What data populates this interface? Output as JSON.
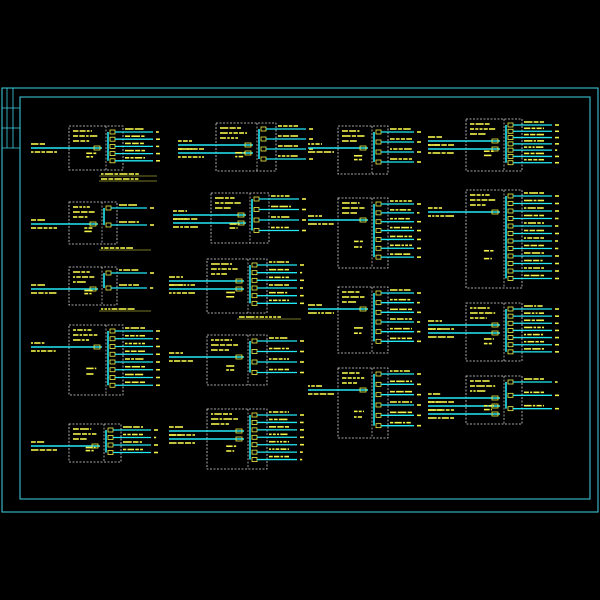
{
  "colors": {
    "background": "#000000",
    "frame": "#3FD3E6",
    "box": "#D9D9D9",
    "bus": "#22E8F5",
    "text": "#F2F24A"
  },
  "panels": [
    {
      "id": "p1",
      "outgoing": 5,
      "feeder_count": 1,
      "notes": 2,
      "big": false
    },
    {
      "id": "p2",
      "outgoing": 2,
      "feeder_count": 1,
      "notes": 1,
      "big": false
    },
    {
      "id": "p3",
      "outgoing": 2,
      "feeder_count": 1,
      "notes": 1,
      "big": false
    },
    {
      "id": "p4",
      "outgoing": 8,
      "feeder_count": 1,
      "notes": 0,
      "big": false
    },
    {
      "id": "p5",
      "outgoing": 4,
      "feeder_count": 1,
      "notes": 0,
      "big": false
    },
    {
      "id": "p6",
      "outgoing": 4,
      "feeder_count": 2,
      "notes": 0,
      "big": false
    },
    {
      "id": "p7",
      "outgoing": 4,
      "feeder_count": 2,
      "notes": 0,
      "big": false
    },
    {
      "id": "p8",
      "outgoing": 6,
      "feeder_count": 2,
      "notes": 1,
      "big": false
    },
    {
      "id": "p9",
      "outgoing": 4,
      "feeder_count": 1,
      "notes": 0,
      "big": false
    },
    {
      "id": "p10",
      "outgoing": 7,
      "feeder_count": 2,
      "notes": 0,
      "big": false
    },
    {
      "id": "p11",
      "outgoing": 4,
      "feeder_count": 1,
      "notes": 0,
      "big": true
    },
    {
      "id": "p12",
      "outgoing": 7,
      "feeder_count": 1,
      "notes": 0,
      "big": true
    },
    {
      "id": "p13",
      "outgoing": 6,
      "feeder_count": 1,
      "notes": 0,
      "big": true
    },
    {
      "id": "p14",
      "outgoing": 6,
      "feeder_count": 1,
      "notes": 0,
      "big": true
    },
    {
      "id": "p15",
      "outgoing": 7,
      "feeder_count": 2,
      "notes": 0,
      "big": false
    },
    {
      "id": "p16",
      "outgoing": 12,
      "feeder_count": 1,
      "notes": 0,
      "big": false
    },
    {
      "id": "p17",
      "outgoing": 7,
      "feeder_count": 2,
      "notes": 0,
      "big": false
    },
    {
      "id": "p18",
      "outgoing": 3,
      "feeder_count": 3,
      "notes": 0,
      "big": false
    }
  ]
}
